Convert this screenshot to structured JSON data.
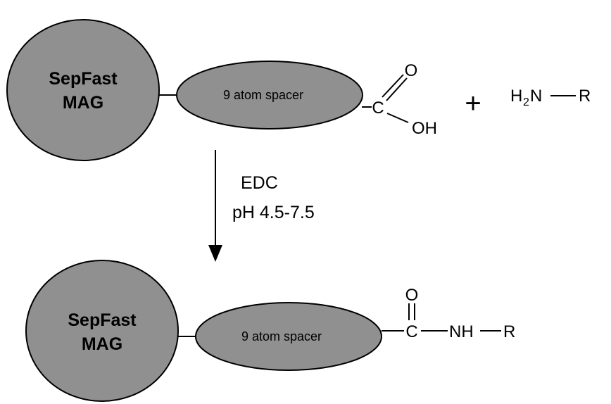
{
  "reactant": {
    "bead_line1": "SepFast",
    "bead_line2": "MAG",
    "spacer": "9 atom spacer",
    "carbon": "C",
    "oxygen": "O",
    "hydroxyl": "OH",
    "plus": "+",
    "amine_h": "H",
    "amine_sub": "2",
    "amine_n": "N",
    "amine_r": "R"
  },
  "conditions": {
    "reagent": "EDC",
    "ph": "pH 4.5-7.5"
  },
  "product": {
    "bead_line1": "SepFast",
    "bead_line2": "MAG",
    "spacer": "9 atom spacer",
    "carbon": "C",
    "oxygen": "O",
    "nh": "NH",
    "r": "R"
  },
  "colors": {
    "bead_fill": "#909090",
    "stroke": "#000000"
  }
}
